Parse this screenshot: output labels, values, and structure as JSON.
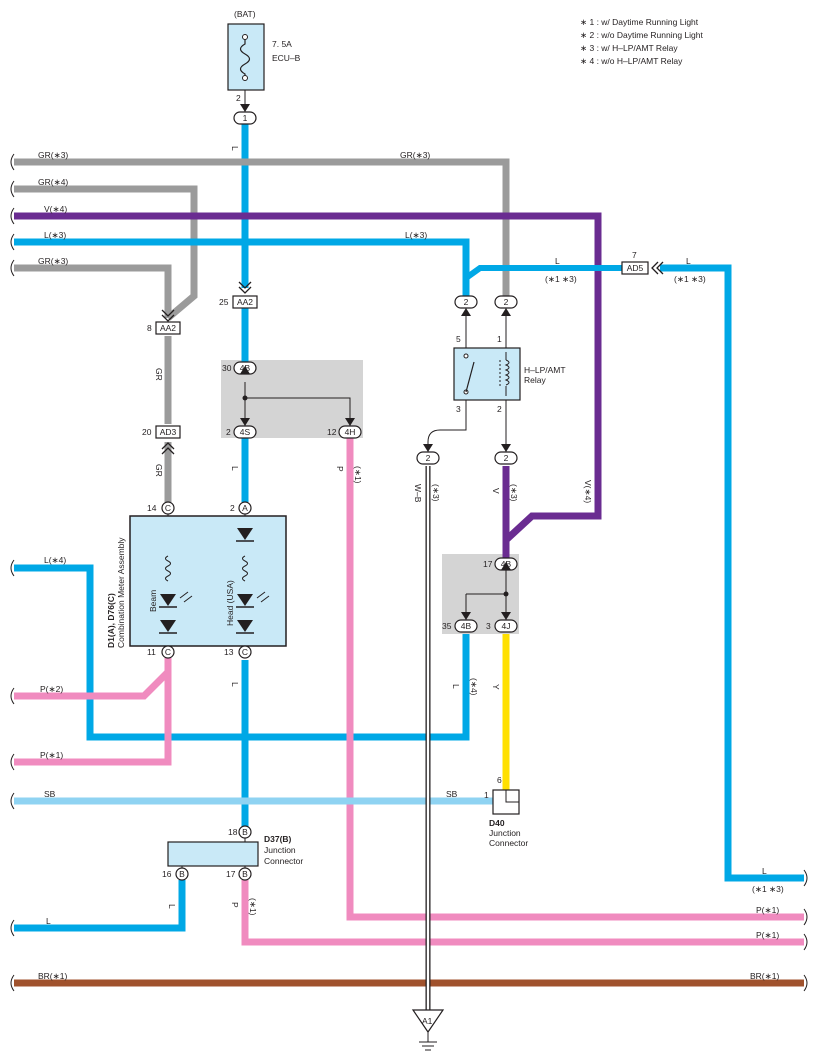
{
  "source": {
    "label": "(BAT)",
    "fuse_value": "7. 5A",
    "fuse_name": "ECU–B",
    "pin": "2"
  },
  "legend": [
    "∗ 1 : w/ Daytime Running Light",
    "∗ 2 : w/o Daytime Running Light",
    "∗ 3 : w/ H–LP/AMT Relay",
    "∗ 4 : w/o H–LP/AMT Relay"
  ],
  "colors": {
    "L": "#00a8e6",
    "GR": "#9b9b9b",
    "V": "#6a2c91",
    "P": "#f08bbf",
    "SB": "#8fd3f2",
    "BR": "#a0522d",
    "Y": "#ffe000",
    "component_fill": "#c9e9f7",
    "junction_fill": "#d4d4d4"
  },
  "wire_labels": {
    "l_top": "L",
    "gr3_left": "GR(∗3)",
    "gr3_right": "GR(∗3)",
    "gr4_left": "GR(∗4)",
    "v4_left": "V(∗4)",
    "l3_left": "L(∗3)",
    "l3_right": "L(∗3)",
    "gr3_low_left": "GR(∗3)",
    "l_relay": "L",
    "l_relay_note": "(∗1 ∗3)",
    "l_ad5": "L",
    "l_ad5_note": "(∗1 ∗3)",
    "gr_aa2": "GR",
    "gr_ad3": "GR",
    "l_mid": "L",
    "p_4h": "P",
    "p_4h_note": "(∗1)",
    "wb": "W–B",
    "wb_note": "(∗3)",
    "v_relay": "V",
    "v_relay_note": "(∗3)",
    "v4_right": "V(∗4)",
    "l4_left": "L(∗4)",
    "l_meter_bottom": "L",
    "p2_left": "P(∗2)",
    "p1_left": "P(∗1)",
    "l_4b": "L",
    "l_4b_note": "(∗4)",
    "y": "Y",
    "sb_left": "SB",
    "sb_right": "SB",
    "l_bottom_right": "L",
    "l_bottom_right_note": "(∗1 ∗3)",
    "l_16b": "L",
    "p_17b": "P",
    "p_17b_note": "(∗1)",
    "l_bottom_left": "L",
    "p1_right_a": "P(∗1)",
    "p1_right_b": "P(∗1)",
    "br_left": "BR(∗1)",
    "br_right": "BR(∗1)"
  },
  "connectors": {
    "pin1": "1",
    "aa2_top": "AA2",
    "aa2_top_pin": "25",
    "aa2_left": "AA2",
    "aa2_left_pin": "8",
    "ad3": "AD3",
    "ad3_pin": "20",
    "ad5": "AD5",
    "ad5_pin": "7",
    "j4b_top": "4B",
    "j4b_top_pin": "30",
    "j4s": "4S",
    "j4s_pin": "2",
    "j4h": "4H",
    "j4h_pin": "12",
    "relay_in_left": "2",
    "relay_in_right": "2",
    "relay_out_left": "2",
    "relay_out_right": "2",
    "j4b_r": "4B",
    "j4b_r_pin": "17",
    "j4b_r2": "4B",
    "j4b_r2_pin": "35",
    "j4j": "4J",
    "j4j_pin": "3",
    "meter_c14": "C",
    "meter_c14_pin": "14",
    "meter_a2": "A",
    "meter_a2_pin": "2",
    "meter_c11": "C",
    "meter_c11_pin": "11",
    "meter_c13": "C",
    "meter_c13_pin": "13",
    "d37_b18": "B",
    "d37_b18_pin": "18",
    "d37_b16": "B",
    "d37_b16_pin": "16",
    "d37_b17": "B",
    "d37_b17_pin": "17",
    "ground": "A1"
  },
  "relay": {
    "name": "H–LP/AMT",
    "name2": "Relay",
    "pin5": "5",
    "pin1": "1",
    "pin3": "3",
    "pin2": "2"
  },
  "meter": {
    "name_a": "D1(A), D76(C)",
    "name_b": "Combination Meter Assembly",
    "beam": "Beam",
    "head": "Head (USA)"
  },
  "d37": {
    "code": "D37(B)",
    "line1": "Junction",
    "line2": "Connector"
  },
  "d40": {
    "code": "D40",
    "line1": "Junction",
    "line2": "Connector",
    "pin": "6",
    "sb_pin": "1"
  }
}
